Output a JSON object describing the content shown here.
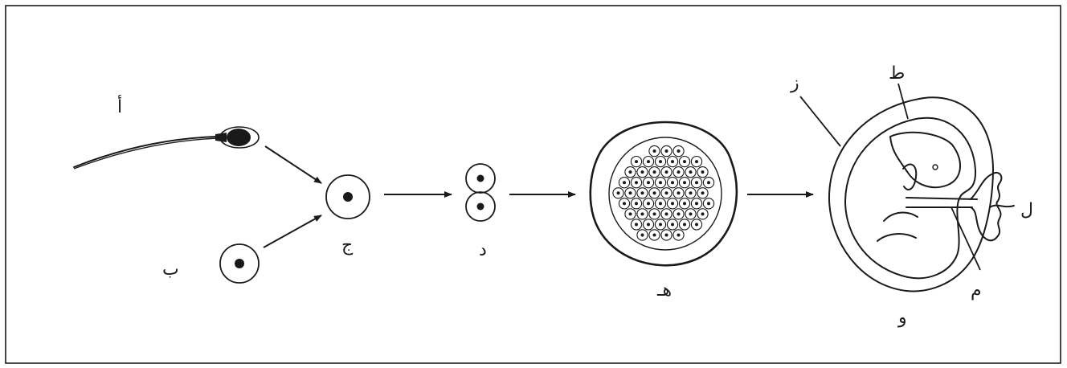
{
  "labels": {
    "sperm": "أ",
    "egg": "ب",
    "zygote": "ج",
    "two_cell": "د",
    "blastocyst": "هـ",
    "embryo": "و",
    "label_z": "ز",
    "label_t": "ط",
    "label_l": "ل",
    "label_m": "م"
  }
}
